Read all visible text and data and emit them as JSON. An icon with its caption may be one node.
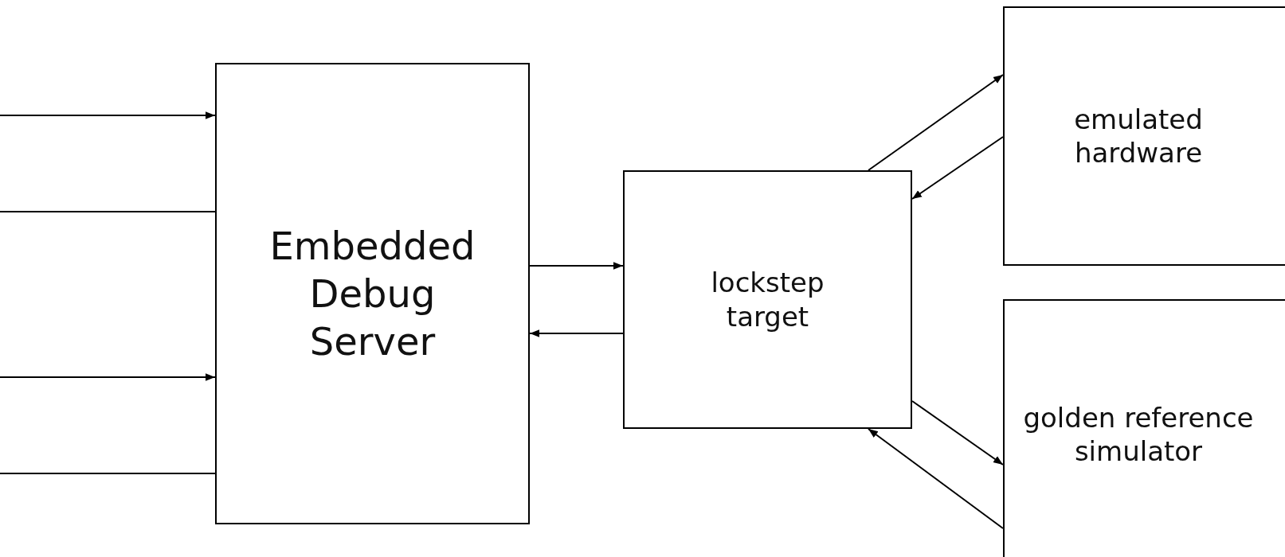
{
  "diagram": {
    "nodes": [
      {
        "text": [
          "Embedded Debug Server"
        ]
      },
      {
        "text": [
          "lockstep target"
        ]
      },
      {
        "text": [
          "emulated hardware"
        ]
      },
      {
        "text": [
          "golden reference simulator"
        ]
      }
    ],
    "edges": [
      {
        "from": null,
        "to": 0,
        "arrow": "to"
      },
      {
        "from": null,
        "to": 0,
        "arrow": "none"
      },
      {
        "from": null,
        "to": 0,
        "arrow": "to"
      },
      {
        "from": null,
        "to": 0,
        "arrow": "none"
      },
      {
        "from": 0,
        "to": 1,
        "arrow": "to"
      },
      {
        "from": 1,
        "to": 0,
        "arrow": "to"
      },
      {
        "from": 1,
        "to": 2,
        "arrow": "to"
      },
      {
        "from": 2,
        "to": 1,
        "arrow": "to"
      },
      {
        "from": 1,
        "to": 3,
        "arrow": "to"
      },
      {
        "from": 3,
        "to": 1,
        "arrow": "to"
      }
    ]
  }
}
